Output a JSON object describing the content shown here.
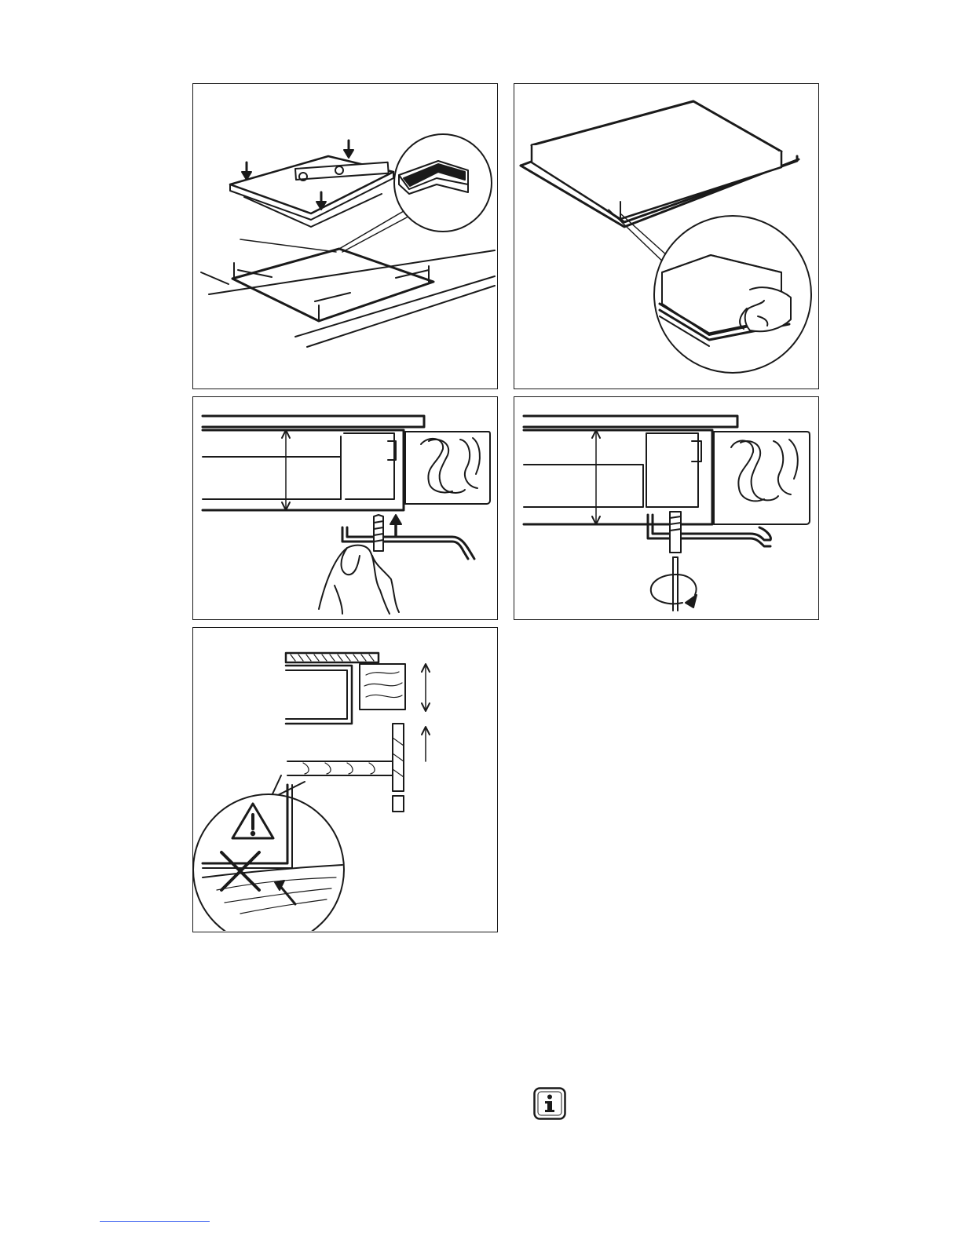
{
  "figures": [
    {
      "id": "fig-1",
      "icon": "hob-level-seal-icon"
    },
    {
      "id": "fig-2",
      "icon": "hob-gasket-press-icon"
    },
    {
      "id": "fig-3",
      "icon": "bracket-insert-icon"
    },
    {
      "id": "fig-4",
      "icon": "bracket-screw-tighten-icon"
    },
    {
      "id": "fig-5",
      "icon": "worktop-gap-warning-icon"
    }
  ],
  "info_icon": "info-icon",
  "colors": {
    "line": "#1a1a1a",
    "footer_rule": "#4a6cf0"
  }
}
